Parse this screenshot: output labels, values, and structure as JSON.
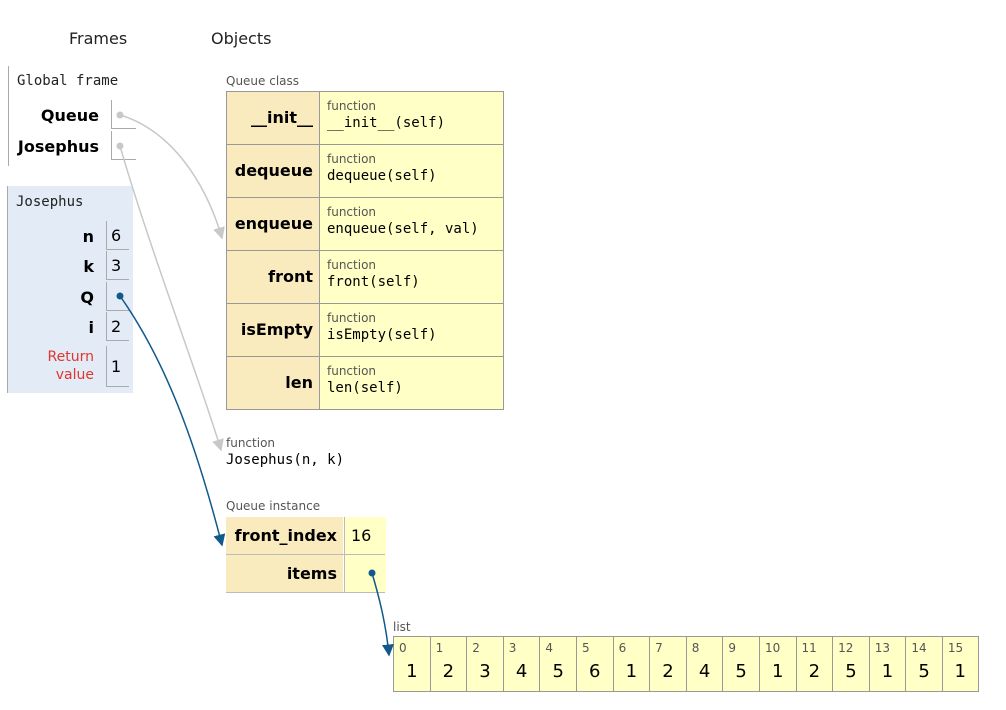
{
  "headers": {
    "frames": "Frames",
    "objects": "Objects"
  },
  "global_frame": {
    "title": "Global frame",
    "vars": [
      {
        "name": "Queue",
        "value": ""
      },
      {
        "name": "Josephus",
        "value": ""
      }
    ]
  },
  "josephus_frame": {
    "title": "Josephus",
    "vars": [
      {
        "name": "n",
        "value": "6"
      },
      {
        "name": "k",
        "value": "3"
      },
      {
        "name": "Q",
        "value": ""
      },
      {
        "name": "i",
        "value": "2"
      }
    ],
    "return_label_line1": "Return",
    "return_label_line2": "value",
    "return_value": "1"
  },
  "queue_class": {
    "label": "Queue class",
    "rows": [
      {
        "key": "__init__",
        "type": "function",
        "sig": "__init__(self)"
      },
      {
        "key": "dequeue",
        "type": "function",
        "sig": "dequeue(self)"
      },
      {
        "key": "enqueue",
        "type": "function",
        "sig": "enqueue(self, val)"
      },
      {
        "key": "front",
        "type": "function",
        "sig": "front(self)"
      },
      {
        "key": "isEmpty",
        "type": "function",
        "sig": "isEmpty(self)"
      },
      {
        "key": "len",
        "type": "function",
        "sig": "len(self)"
      }
    ]
  },
  "josephus_function": {
    "type": "function",
    "sig": "Josephus(n, k)"
  },
  "queue_instance": {
    "label": "Queue instance",
    "rows": [
      {
        "key": "front_index",
        "value": "16"
      },
      {
        "key": "items",
        "value": ""
      }
    ]
  },
  "list": {
    "label": "list",
    "indices": [
      "0",
      "1",
      "2",
      "3",
      "4",
      "5",
      "6",
      "7",
      "8",
      "9",
      "10",
      "11",
      "12",
      "13",
      "14",
      "15"
    ],
    "values": [
      "1",
      "2",
      "3",
      "4",
      "5",
      "6",
      "1",
      "2",
      "4",
      "5",
      "1",
      "2",
      "5",
      "1",
      "5",
      "1"
    ]
  },
  "colors": {
    "pointer_gray": "#c8c8c8",
    "pointer_blue": "#10598a",
    "return_red": "#e0362d"
  }
}
